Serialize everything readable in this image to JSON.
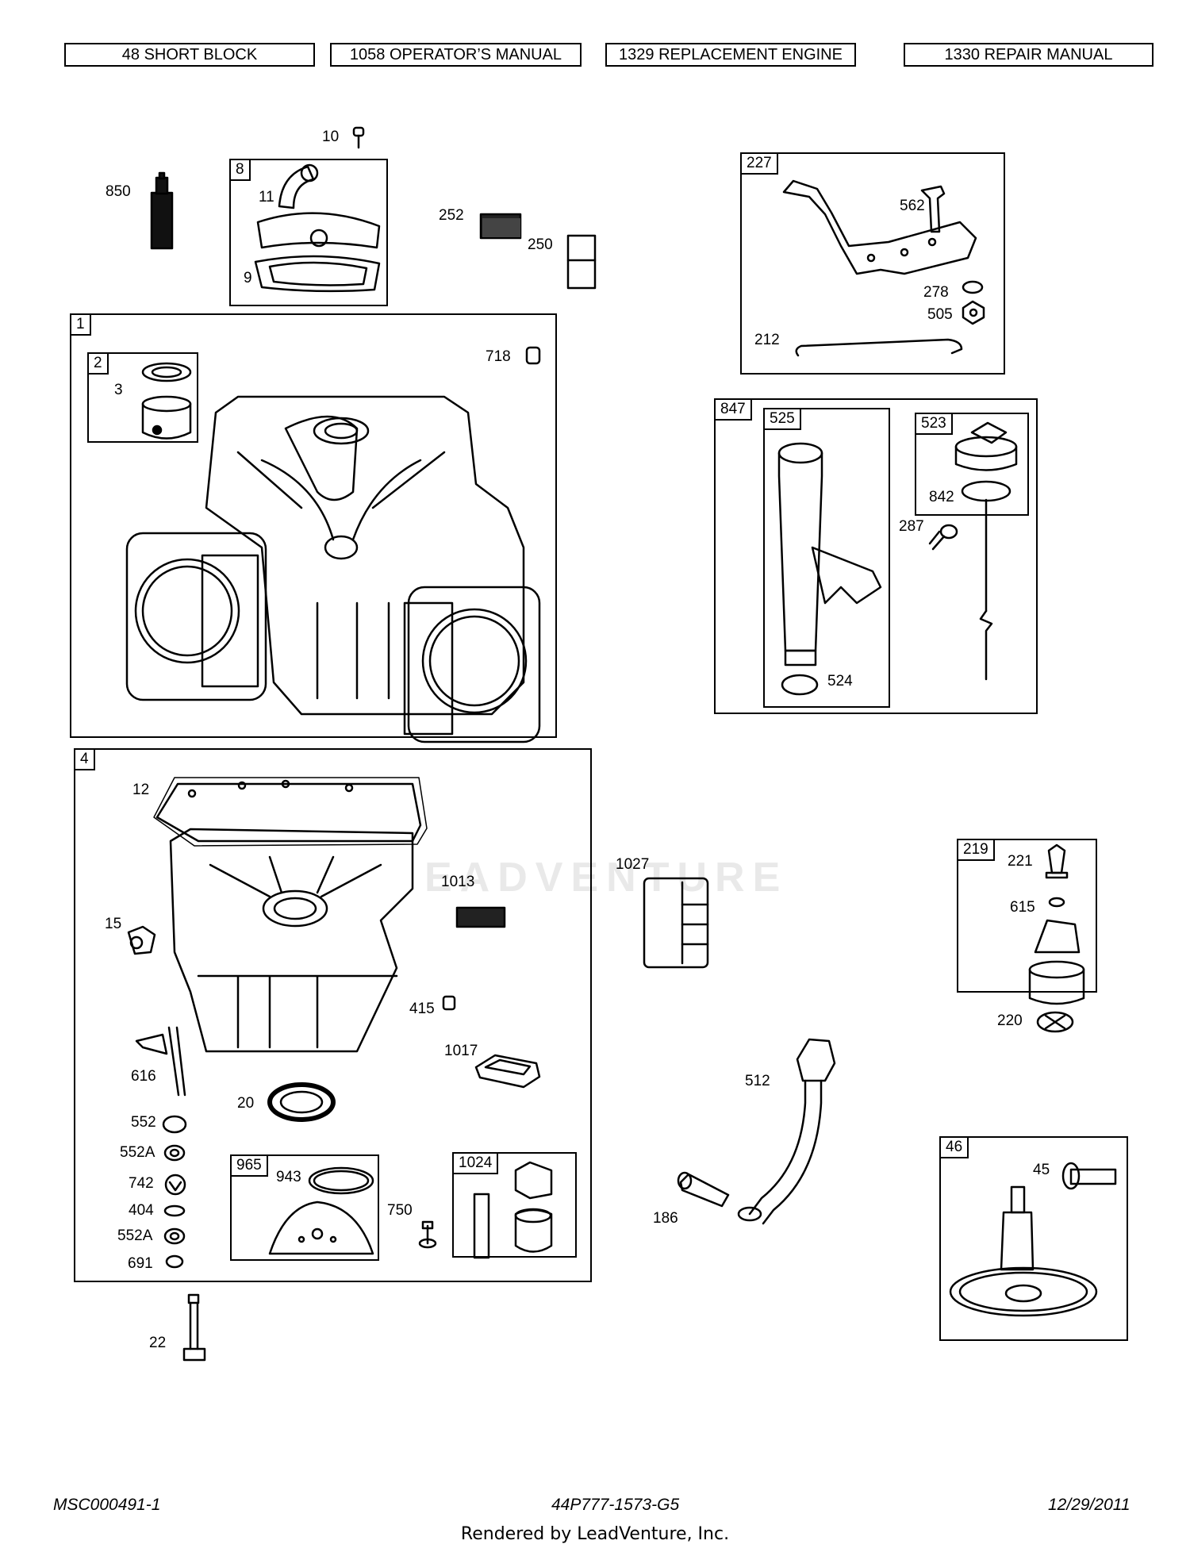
{
  "header_buttons": [
    {
      "label": "48 SHORT BLOCK"
    },
    {
      "label": "1058 OPERATOR’S MANUAL"
    },
    {
      "label": "1329 REPLACEMENT ENGINE"
    },
    {
      "label": "1330 REPAIR MANUAL"
    }
  ],
  "box_tags": {
    "b8": "8",
    "b1": "1",
    "b2": "2",
    "b227": "227",
    "b847": "847",
    "b525": "525",
    "b523": "523",
    "b4": "4",
    "b965": "965",
    "b1024": "1024",
    "b219": "219",
    "b46": "46"
  },
  "part_labels": {
    "p10": "10",
    "p850": "850",
    "p11": "11",
    "p9": "9",
    "p252": "252",
    "p250": "250",
    "p718": "718",
    "p3": "3",
    "p562": "562",
    "p278": "278",
    "p505": "505",
    "p212": "212",
    "p842": "842",
    "p287": "287",
    "p524": "524",
    "p12": "12",
    "p1013": "1013",
    "p15": "15",
    "p415": "415",
    "p1017": "1017",
    "p616": "616",
    "p20": "20",
    "p552": "552",
    "p552A_1": "552A",
    "p742": "742",
    "p404": "404",
    "p552A_2": "552A",
    "p691": "691",
    "p943": "943",
    "p750": "750",
    "p22": "22",
    "p1027": "1027",
    "p512": "512",
    "p186": "186",
    "p221": "221",
    "p615": "615",
    "p220": "220",
    "p45": "45"
  },
  "watermark": "EADVENTURE",
  "footer": {
    "left": "MSC000491-1",
    "center": "44P777-1573-G5",
    "right": "12/29/2011",
    "rendered_by": "Rendered by LeadVenture, Inc."
  }
}
